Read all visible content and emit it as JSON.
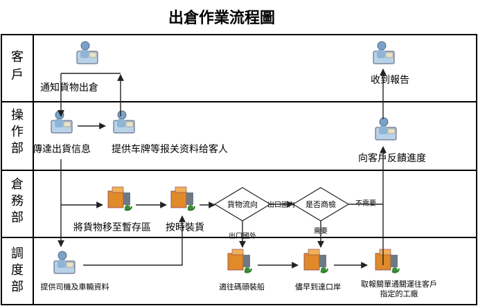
{
  "title": "出倉作業流程圖",
  "lanes": [
    {
      "label": "客\n戶"
    },
    {
      "label": "操\n作\n部"
    },
    {
      "label": "倉\n務\n部"
    },
    {
      "label": "調\n度\n部"
    }
  ],
  "nodes": {
    "notify": "通知貨物出倉",
    "receive_report": "收到報告",
    "relay_info": "傳達出貨信息",
    "provide_docs": "提供车牌等报关资料给客人",
    "feedback": "向客戶反饋進度",
    "move_goods": "將貨物移至暫存區",
    "load_on_time": "按時裝貨",
    "provide_driver": "提供司機及車輛資料",
    "dock_ship": "適往碼頭裝船",
    "to_port": "儘早到達口岸",
    "pickup_docs": "取報關單通關運往客戶\n指定的工廠"
  },
  "decisions": {
    "direction": "貨物流向",
    "inspect": "是否商檢"
  },
  "edge_labels": {
    "domestic_out": "出口國內",
    "foreign_out": "出口國外",
    "no_need": "不需要",
    "need": "需要"
  },
  "colors": {
    "border": "#000000",
    "line": "#222222",
    "box": "#6d7a85",
    "goods": "#e08a2a"
  }
}
